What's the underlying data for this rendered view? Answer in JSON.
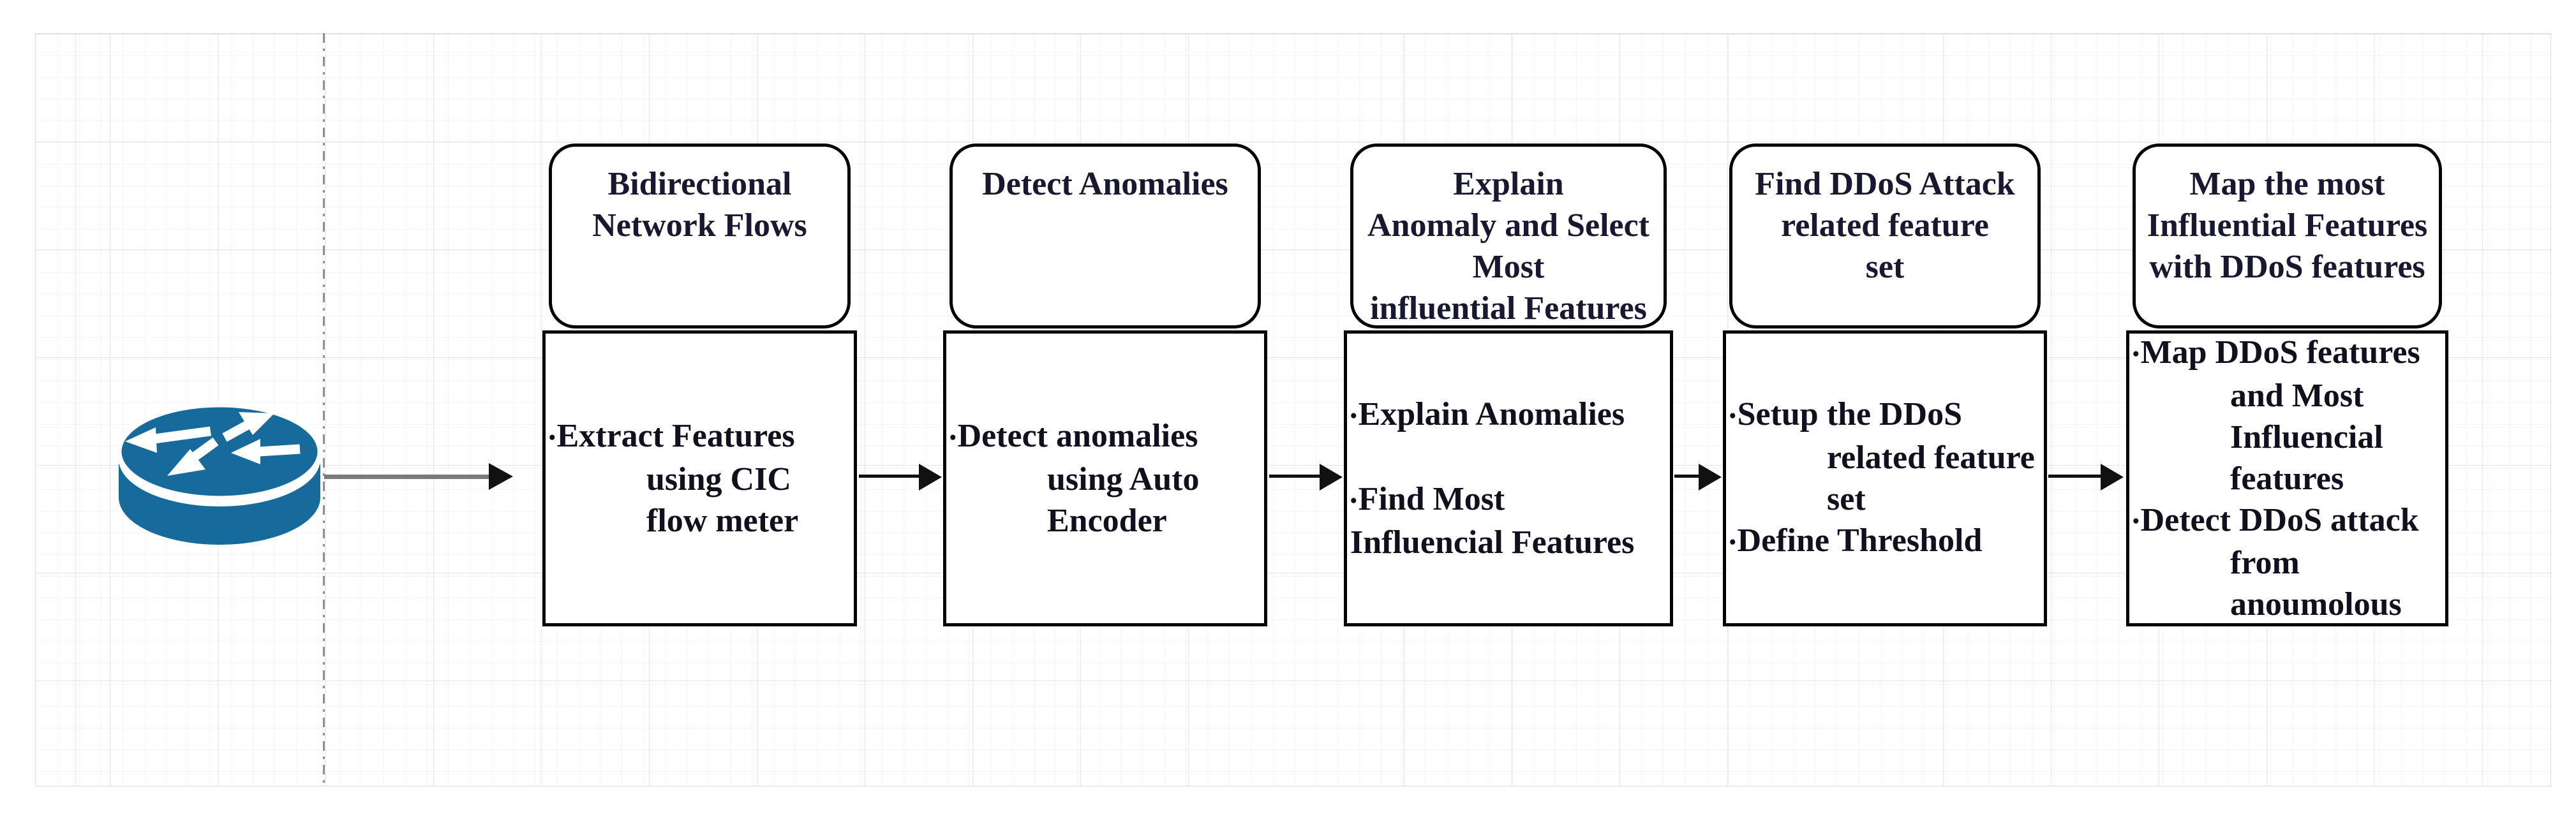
{
  "bullet_char": "•",
  "colors": {
    "router_blue": "#176a9c",
    "box_border": "#000000",
    "box_fill": "#ffffff",
    "header_text": "#181830",
    "body_text": "#10101e",
    "connector_gray": "#7a7a7a",
    "connector_black": "#111111",
    "grid_minor": "#f4f4f4",
    "grid_major": "#e2e2e2",
    "dash_guide": "#8c8c8c"
  },
  "icons": {
    "source": "router-icon"
  },
  "stages": [
    {
      "header": [
        "Bidirectional",
        "Network Flows"
      ],
      "body": [
        {
          "bullet": true,
          "text": "Extract Features"
        },
        {
          "indent": true,
          "text": "using CIC"
        },
        {
          "indent": true,
          "text": "flow meter"
        }
      ]
    },
    {
      "header": [
        "Detect Anomalies"
      ],
      "body": [
        {
          "bullet": true,
          "text": "Detect anomalies"
        },
        {
          "indent": true,
          "text": "using Auto"
        },
        {
          "indent": true,
          "text": "Encoder"
        }
      ]
    },
    {
      "header": [
        "Explain",
        "Anomaly and Select",
        "Most",
        "influential Features"
      ],
      "body": [
        {
          "bullet": true,
          "text": "Explain Anomalies"
        },
        {
          "blank": true,
          "text": ""
        },
        {
          "bullet": true,
          "text": "Find Most"
        },
        {
          "bullet": false,
          "text": "Influencial Features"
        }
      ]
    },
    {
      "header": [
        "Find DDoS Attack",
        "related feature",
        "set"
      ],
      "body": [
        {
          "bullet": true,
          "text": "Setup the DDoS"
        },
        {
          "indent": true,
          "text": "related feature"
        },
        {
          "indent": true,
          "text": "set"
        },
        {
          "bullet": true,
          "text": "Define Threshold"
        }
      ]
    },
    {
      "header": [
        "Map the most",
        "Influential Features",
        "with DDoS features"
      ],
      "body": [
        {
          "bullet": true,
          "text": "Map DDoS features"
        },
        {
          "indent": true,
          "text": "and Most"
        },
        {
          "indent": true,
          "text": "Influencial"
        },
        {
          "indent": true,
          "text": "features"
        },
        {
          "bullet": true,
          "text": "Detect DDoS attack"
        },
        {
          "indent": true,
          "text": "from"
        },
        {
          "indent": true,
          "text": "anoumolous"
        }
      ]
    }
  ]
}
